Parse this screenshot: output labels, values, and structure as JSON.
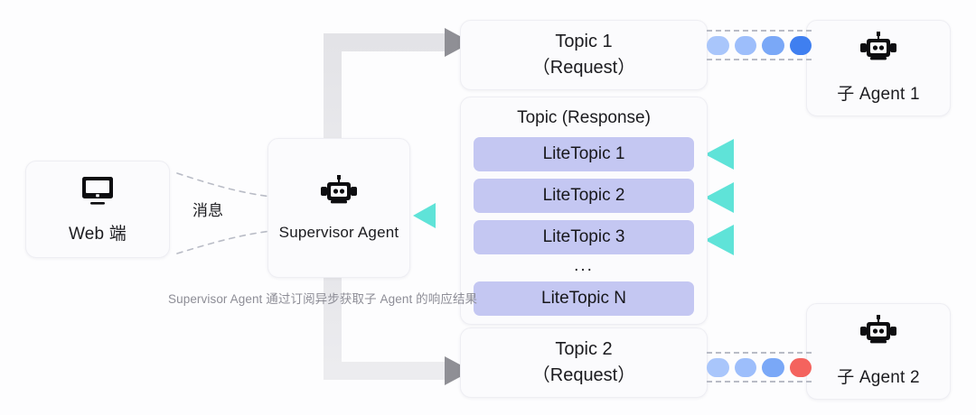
{
  "diagram": {
    "caption": "Supervisor Agent 通过订阅异步获取子 Agent 的响应结果",
    "message_label": "消息"
  },
  "nodes": {
    "web_client": {
      "label": "Web 端",
      "icon": "monitor-icon"
    },
    "supervisor": {
      "label": "Supervisor Agent",
      "icon": "robot-icon"
    },
    "agent_1": {
      "label": "子 Agent 1",
      "icon": "robot-icon"
    },
    "agent_2": {
      "label": "子 Agent 2",
      "icon": "robot-icon"
    }
  },
  "topics": {
    "request_1": {
      "line1": "Topic 1",
      "line2": "（Request）"
    },
    "request_2": {
      "line1": "Topic 2",
      "line2": "（Request）"
    },
    "response": {
      "title": "Topic (Response)",
      "ellipsis": "...",
      "items": [
        {
          "label": "LiteTopic 1"
        },
        {
          "label": "LiteTopic 2"
        },
        {
          "label": "LiteTopic 3"
        },
        {
          "label": "LiteTopic N"
        }
      ]
    }
  },
  "tracks": {
    "top": {
      "pills": [
        "#a9c6fb",
        "#9dbefb",
        "#7aa8f7",
        "#3f7ff0"
      ]
    },
    "bottom": {
      "pills": [
        "#a9c6fb",
        "#9dbefb",
        "#7aa8f7",
        "#f4635e"
      ]
    }
  },
  "colors": {
    "request_arrow": "#9a9a9e",
    "response_arrow": "#5fe3d8",
    "lite_topic_fill": "#c4c7f2",
    "card_bg": "#fbfbfd",
    "page_bg": "#fdfdfe",
    "dashed_line": "#b9bcc6",
    "caption_text": "#8d8d96"
  }
}
